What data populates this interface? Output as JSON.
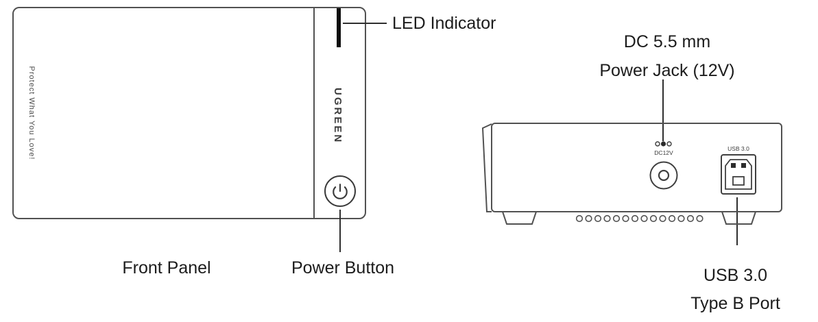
{
  "front_view": {
    "tagline": "Protect What You Love!",
    "brand": "UGREEN",
    "callouts": {
      "led": "LED Indicator",
      "power": "Power Button",
      "caption": "Front Panel"
    }
  },
  "rear_view": {
    "callouts": {
      "dc_line1": "DC 5.5 mm",
      "dc_line2": "Power Jack (12V)",
      "usb_line1": "USB 3.0",
      "usb_line2": "Type B Port"
    },
    "port_labels": {
      "dc": "DC12V",
      "usb": "USB 3.0"
    }
  },
  "colors": {
    "line": "#515151",
    "text": "#1c1c1c",
    "led_bar": "#0e0e0e"
  },
  "icons": {
    "power_icon": "arc-with-stem power symbol",
    "polarity_icon": "dc polarity dots"
  }
}
